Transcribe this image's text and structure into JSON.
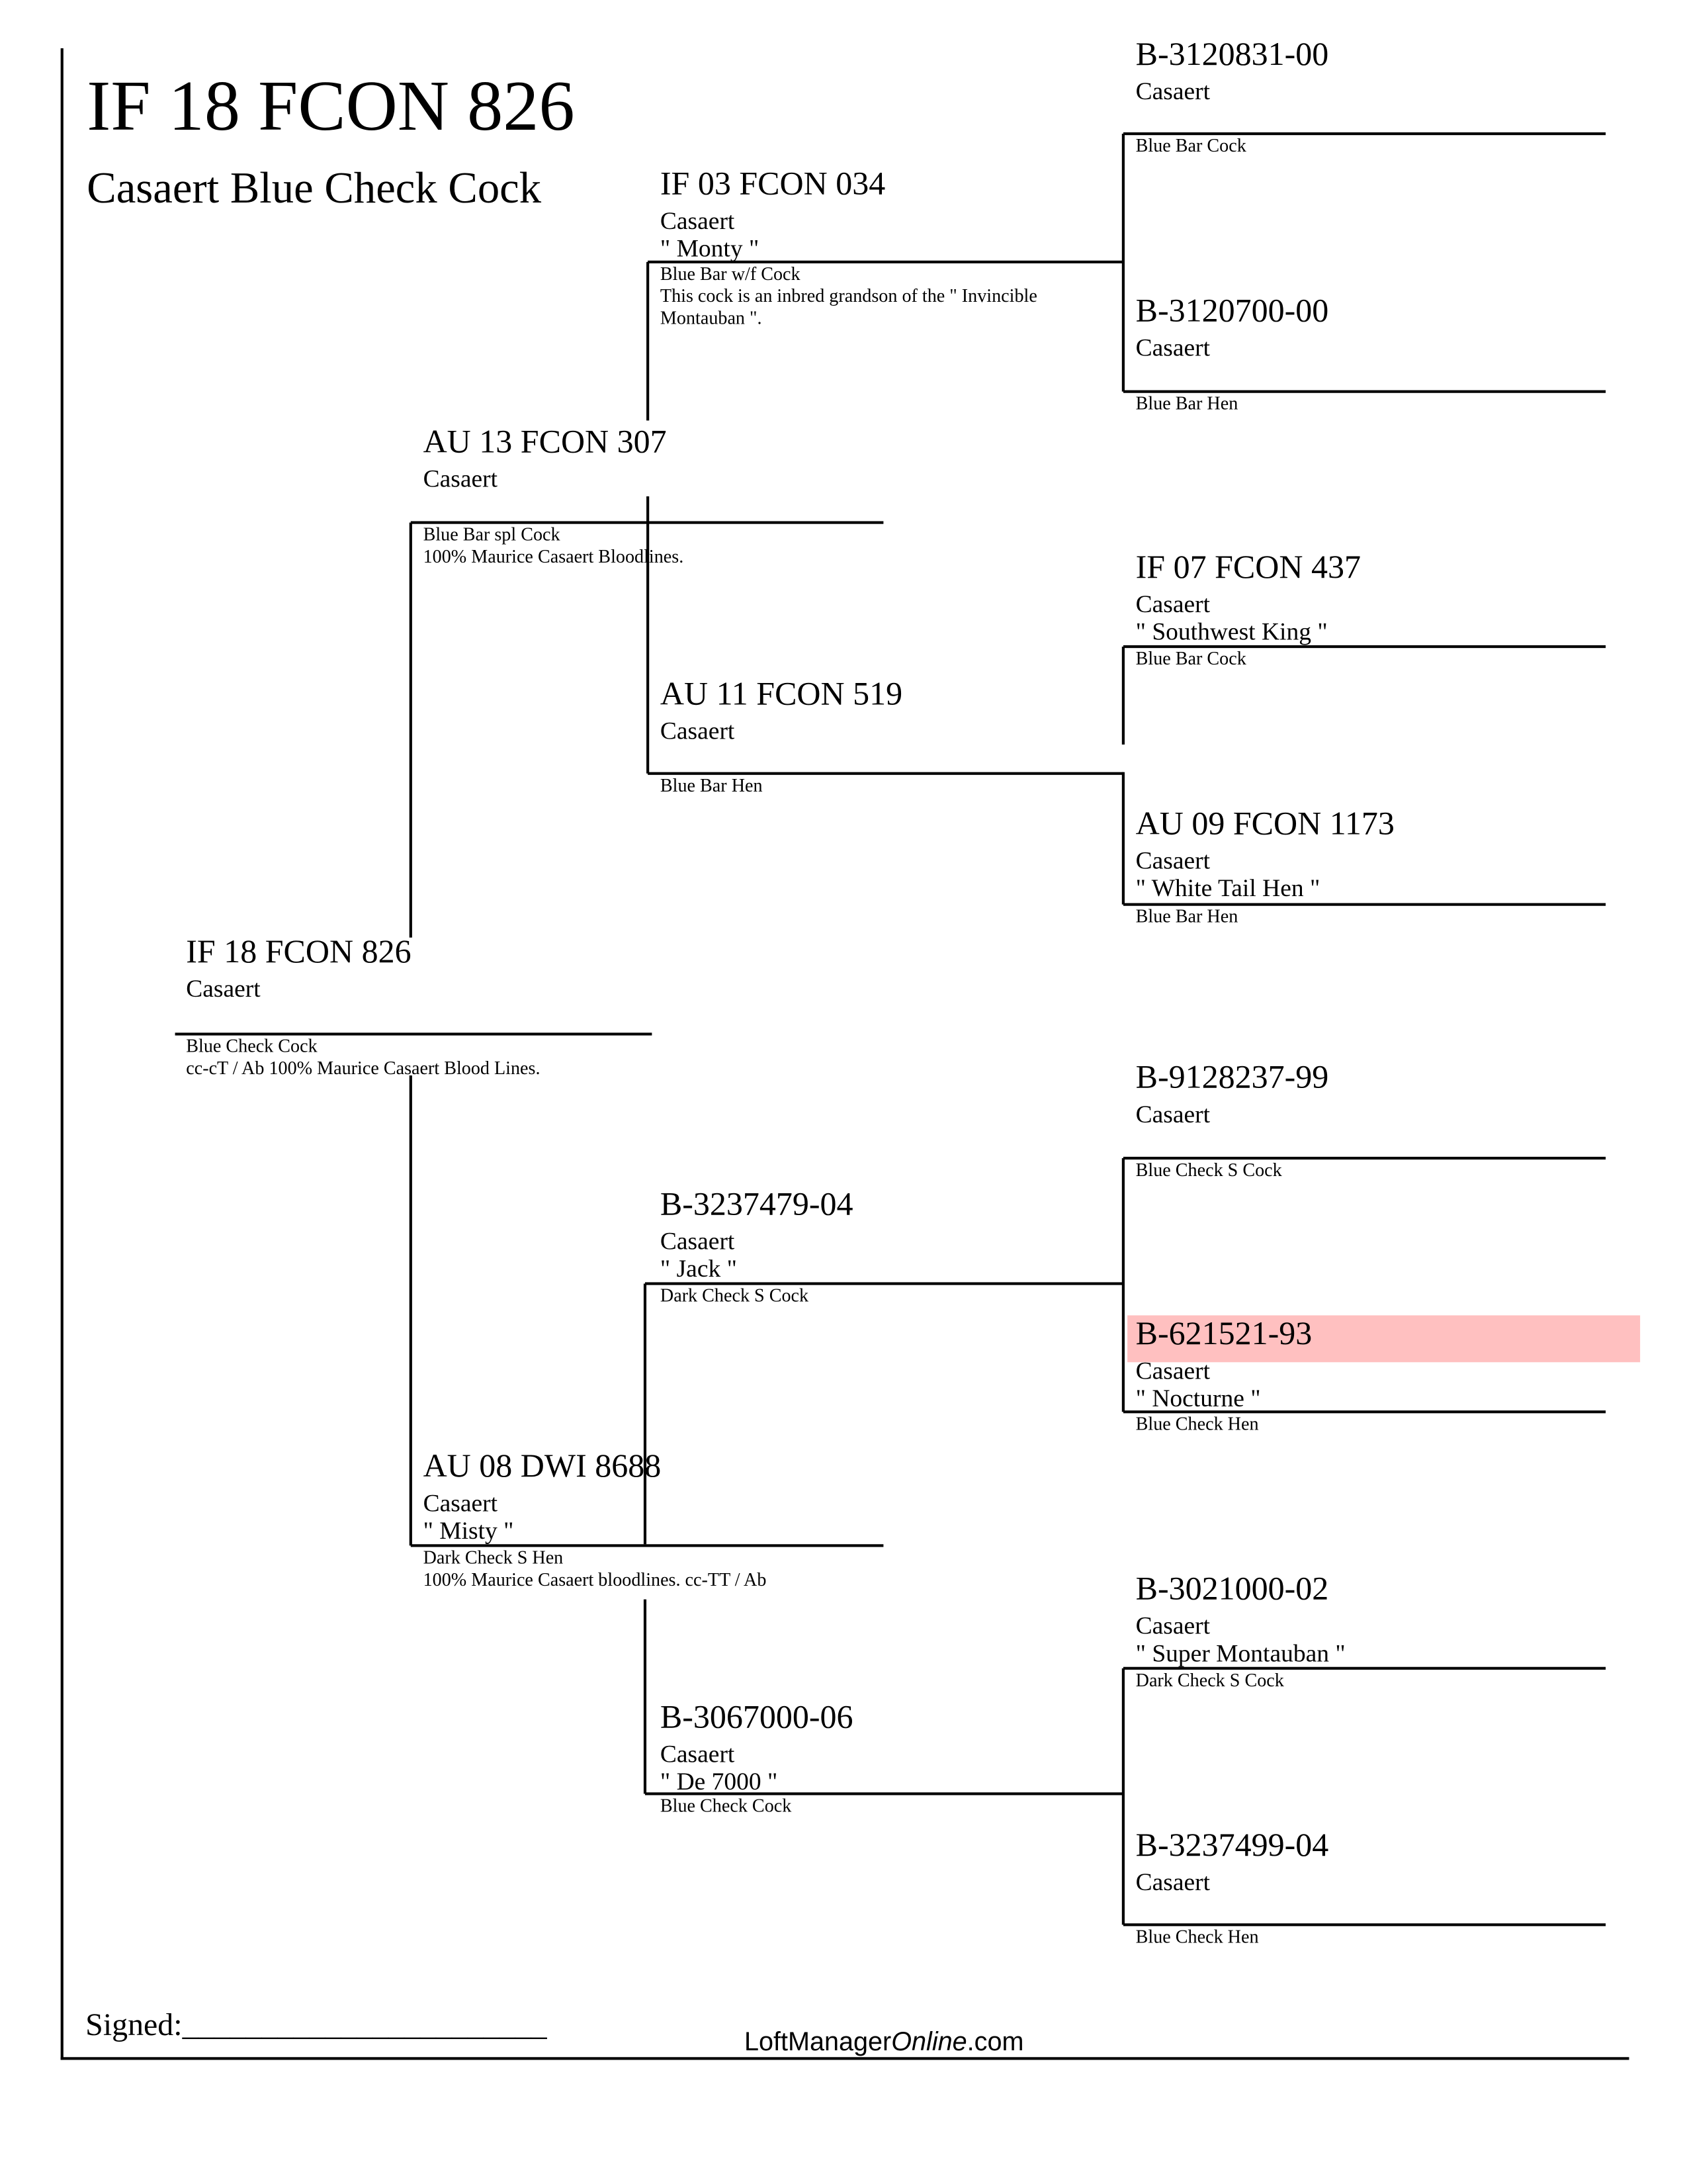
{
  "header": {
    "title": "IF 18 FCON 826",
    "subtitle": "Casaert Blue Check Cock"
  },
  "highlight_color": "#ffc0c0",
  "nodes": [
    {
      "id": "subject",
      "band": "IF 18 FCON 826",
      "lines": [
        "Casaert"
      ],
      "notes": [
        "Blue Check Cock",
        "cc-cT / Ab  100% Maurice Casaert Blood Lines."
      ]
    },
    {
      "id": "sire",
      "band": "AU 13 FCON 307",
      "lines": [
        "Casaert"
      ],
      "notes": [
        "Blue Bar spl Cock",
        "100% Maurice Casaert Bloodlines."
      ]
    },
    {
      "id": "dam",
      "band": "AU 08 DWI 8688",
      "lines": [
        "Casaert",
        "\" Misty \""
      ],
      "notes": [
        "Dark Check S Hen",
        "100% Maurice Casaert bloodlines. cc-TT / Ab"
      ]
    },
    {
      "id": "ss",
      "band": "IF 03 FCON 034",
      "lines": [
        "Casaert",
        "\" Monty \""
      ],
      "notes": [
        "Blue Bar w/f Cock",
        "This cock is an inbred grandson of the \" Invincible",
        "Montauban \"."
      ]
    },
    {
      "id": "sd",
      "band": "AU 11 FCON 519",
      "lines": [
        "Casaert"
      ],
      "notes": [
        "Blue Bar Hen"
      ]
    },
    {
      "id": "ds",
      "band": "B-3237479-04",
      "lines": [
        "Casaert",
        "\" Jack \""
      ],
      "notes": [
        "Dark Check S Cock"
      ]
    },
    {
      "id": "dd",
      "band": "B-3067000-06",
      "lines": [
        "Casaert",
        "\" De 7000 \""
      ],
      "notes": [
        "Blue Check Cock"
      ]
    },
    {
      "id": "sss",
      "band": "B-3120831-00",
      "lines": [
        "Casaert"
      ],
      "notes": [
        "Blue Bar Cock"
      ]
    },
    {
      "id": "ssd",
      "band": "B-3120700-00",
      "lines": [
        "Casaert"
      ],
      "notes": [
        "Blue Bar Hen"
      ]
    },
    {
      "id": "sds",
      "band": "IF 07 FCON 437",
      "lines": [
        "Casaert",
        "\" Southwest King \""
      ],
      "notes": [
        "Blue Bar Cock"
      ]
    },
    {
      "id": "sdd",
      "band": "AU 09 FCON 1173",
      "lines": [
        "Casaert",
        "\" White Tail Hen \""
      ],
      "notes": [
        "Blue Bar Hen"
      ]
    },
    {
      "id": "dss",
      "band": "B-9128237-99",
      "lines": [
        "Casaert"
      ],
      "notes": [
        "Blue Check S Cock"
      ]
    },
    {
      "id": "dsd",
      "band": "B-621521-93",
      "lines": [
        "Casaert",
        "\" Nocturne \""
      ],
      "notes": [
        "Blue Check Hen"
      ],
      "highlighted": true
    },
    {
      "id": "dds",
      "band": "B-3021000-02",
      "lines": [
        "Casaert",
        "\" Super Montauban \""
      ],
      "notes": [
        "Dark Check S Cock"
      ]
    },
    {
      "id": "ddd",
      "band": "B-3237499-04",
      "lines": [
        "Casaert"
      ],
      "notes": [
        "Blue Check Hen"
      ]
    }
  ],
  "footer": {
    "signed_label": "Signed:_______________________",
    "brand_pre": "LoftManager",
    "brand_italic": "Online",
    "brand_post": ".com"
  }
}
